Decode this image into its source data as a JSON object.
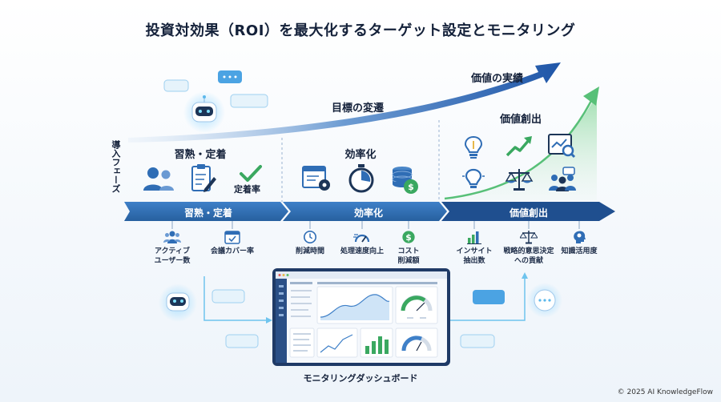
{
  "title": "投資対効果（ROI）を最大化するターゲット設定とモニタリング",
  "vertical_label": "導入フェーズ",
  "curves": {
    "value_results": "価値の実績",
    "target_shift": "目標の変遷"
  },
  "phases": [
    {
      "title": "習熟・定着",
      "bar_label": "習熟・定着",
      "extra_label": "定着率"
    },
    {
      "title": "効率化",
      "bar_label": "効率化"
    },
    {
      "title": "価値創出",
      "bar_label": "価値創出"
    }
  ],
  "metrics": [
    {
      "line1": "アクティブ",
      "line2": "ユーザー数"
    },
    {
      "line1": "会議カバー率",
      "line2": ""
    },
    {
      "line1": "削減時間",
      "line2": ""
    },
    {
      "line1": "処理速度向上",
      "line2": ""
    },
    {
      "line1": "コスト",
      "line2": "削減額"
    },
    {
      "line1": "インサイト",
      "line2": "抽出数"
    },
    {
      "line1": "戦略的意思決定",
      "line2": "への貢献"
    },
    {
      "line1": "知識活用度",
      "line2": ""
    }
  ],
  "dashboard_label": "モニタリングダッシュボード",
  "copyright": "© 2025 AI KnowledgeFlow",
  "colors": {
    "primary": "#2f6db5",
    "dark": "#1f4f8f",
    "green": "#3aa860",
    "light_blue": "#5bb8ec"
  }
}
